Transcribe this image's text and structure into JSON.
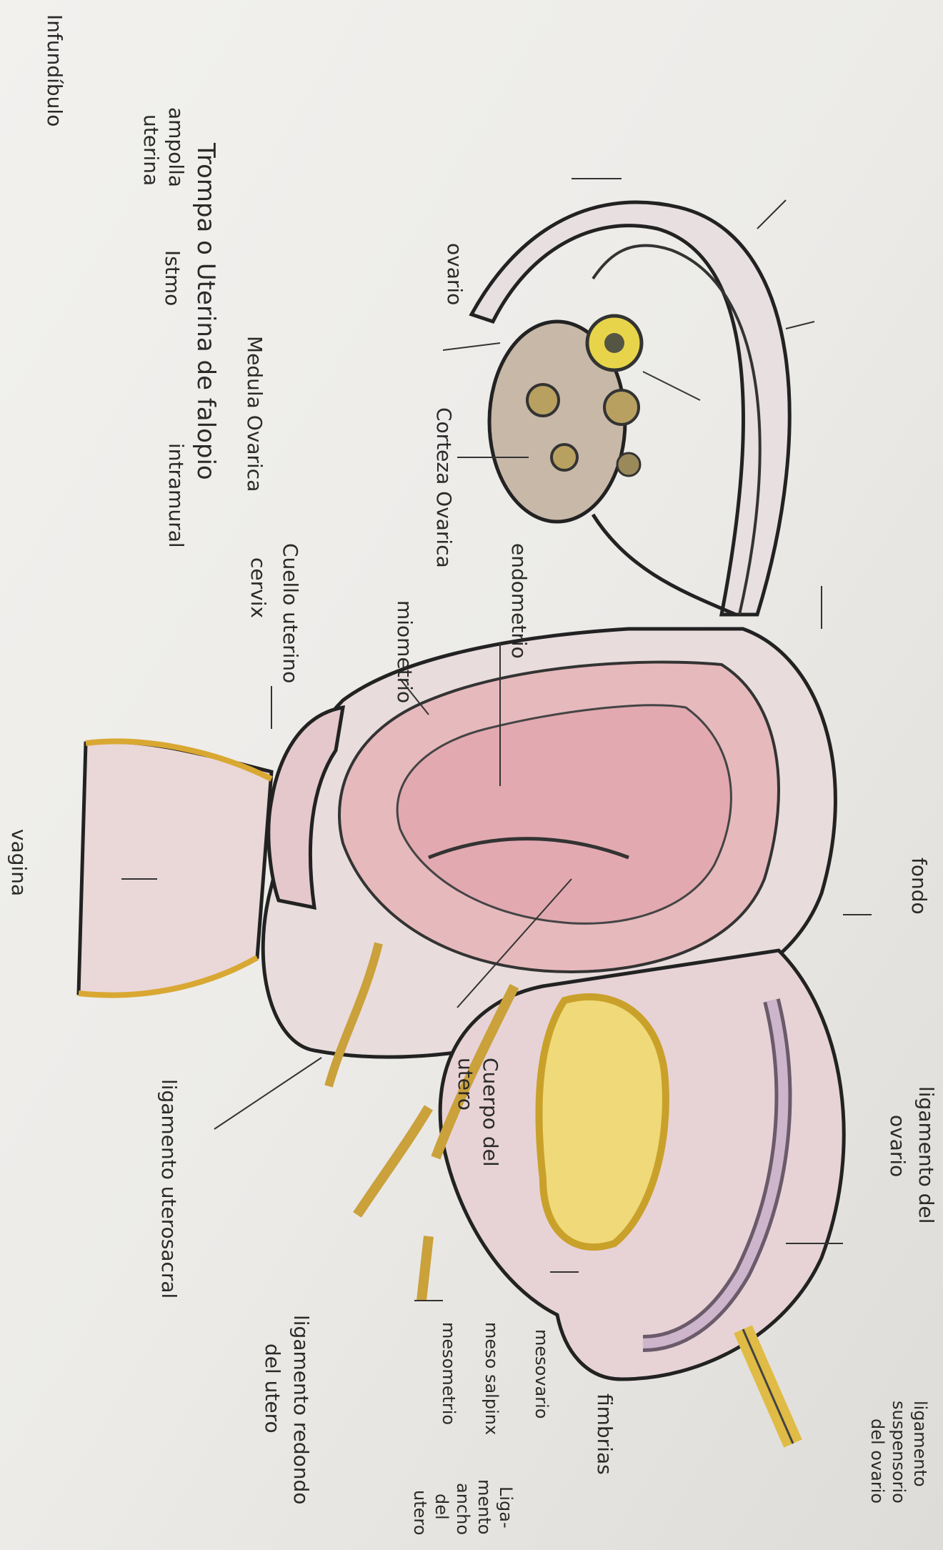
{
  "labels": {
    "title": "Trompa o Uterina de falopio",
    "infundibulo": "Infundíbulo",
    "ampolla": "ampolla",
    "uterina": "uterina",
    "istmo": "Istmo",
    "intramural": "intramural",
    "medula": "Medula Ovarica",
    "ovario": "ovario",
    "corteza": "Corteza Ovarica",
    "endometrio": "endometrio",
    "miometrio": "miometrio",
    "cuello": "Cuello uterino",
    "cervix": "cervix",
    "fondo": "fondo",
    "vagina": "vagina",
    "lig_ovario_1": "ligamento del",
    "lig_ovario_2": "ovario",
    "cuerpo_1": "Cuerpo del",
    "cuerpo_2": "utero",
    "lig_uterosacral": "ligamento uterosacral",
    "lig_redondo_1": "ligamento redondo",
    "lig_redondo_2": "del utero",
    "lig_susp_1": "ligamento",
    "lig_susp_2": "suspensorio",
    "lig_susp_3": "del ovario",
    "fimbrias": "fimbrias",
    "mesovario": "mesovario",
    "mesosalpinx": "meso salpinx",
    "mesometrio": "mesometrio",
    "lig_ancho_1": "Liga-",
    "lig_ancho_2": "mento",
    "lig_ancho_3": "ancho",
    "lig_ancho_4": "del",
    "lig_ancho_5": "utero"
  }
}
